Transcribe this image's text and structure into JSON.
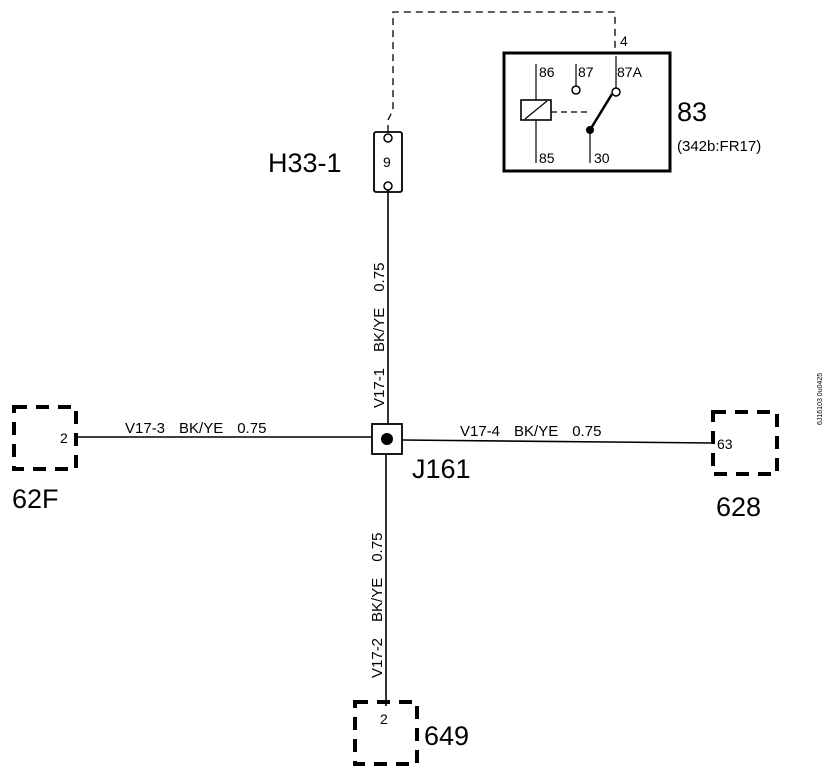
{
  "relay": {
    "id": "83",
    "ref": "(342b:FR17)",
    "top_pin": "4",
    "pins": {
      "p86": "86",
      "p87": "87",
      "p87a": "87A",
      "p85": "85",
      "p30": "30"
    }
  },
  "connector_h33": {
    "id": "H33-1",
    "pin": "9"
  },
  "junction": {
    "id": "J161"
  },
  "wires": {
    "v17_1": {
      "name": "V17-1",
      "color": "BK/YE",
      "size": "0.75"
    },
    "v17_2": {
      "name": "V17-2",
      "color": "BK/YE",
      "size": "0.75"
    },
    "v17_3": {
      "name": "V17-3",
      "color": "BK/YE",
      "size": "0.75"
    },
    "v17_4": {
      "name": "V17-4",
      "color": "BK/YE",
      "size": "0.75"
    }
  },
  "ground_62f": {
    "id": "62F",
    "pin": "2"
  },
  "ground_628": {
    "id": "628",
    "pin": "63"
  },
  "ground_649": {
    "id": "649",
    "pin": "2"
  },
  "side_code": "6J16103 0u0425"
}
